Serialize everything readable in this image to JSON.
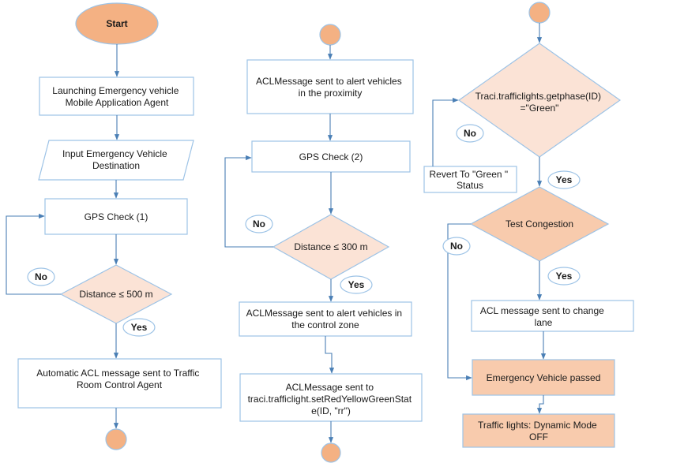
{
  "column1": {
    "start": "Start",
    "launch": [
      "Launching Emergency vehicle",
      "Mobile Application Agent"
    ],
    "input": [
      "Input Emergency Vehicle",
      "Destination"
    ],
    "gps": "GPS Check (1)",
    "decision": "Distance ≤ 500 m",
    "no": "No",
    "yes": "Yes",
    "acl": [
      "Automatic ACL message sent to Traffic",
      "Room Control Agent"
    ]
  },
  "column2": {
    "alert": [
      "ACLMessage sent to alert vehicles",
      "in the proximity"
    ],
    "gps": "GPS Check (2)",
    "decision": "Distance ≤ 300 m",
    "no": "No",
    "yes": "Yes",
    "control": [
      "ACLMessage sent to alert vehicles in",
      "the control zone"
    ],
    "traci": [
      "ACLMessage sent to",
      "traci.trafficlight.setRedYellowGreenStat",
      "e(ID, \"rr\")"
    ]
  },
  "column3": {
    "decision": [
      "Traci.trafficlights.getphase(ID)",
      "=\"Green\""
    ],
    "no": "No",
    "revert": [
      "Revert To \"Green \"",
      "Status"
    ],
    "yes": "Yes",
    "congestion": "Test Congestion",
    "no2": "No",
    "yes2": "Yes",
    "lane": [
      "ACL message sent to change",
      "lane"
    ],
    "passed": "Emergency Vehicle passed",
    "dynamic": [
      "Traffic lights: Dynamic Mode",
      "OFF"
    ]
  },
  "colors": {
    "terminal": "#f4b183",
    "decision": "#fbe3d6",
    "highlight": "#f8cbad",
    "border": "#9dc3e6",
    "connector": "#4a7fb5"
  }
}
